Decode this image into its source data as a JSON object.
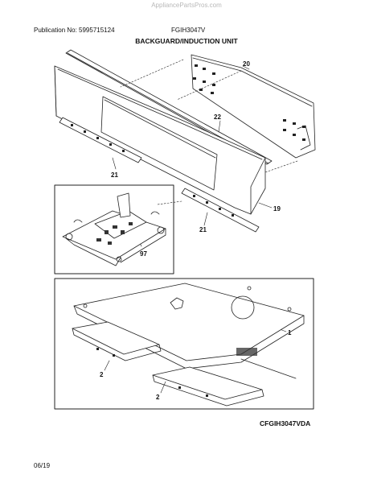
{
  "header": {
    "watermark": "AppliancePartsPros.com",
    "publication": "Publication No: 5995715124",
    "model": "FGIH3047V",
    "section_title": "BACKGUARD/INDUCTION UNIT"
  },
  "footer": {
    "drawing_code": "CFGIH3047VDA",
    "date": "06/19"
  },
  "callouts": {
    "c20": "20",
    "c22": "22",
    "c21a": "21",
    "c19": "19",
    "c21b": "21",
    "c97": "97",
    "c1": "1",
    "c2a": "2",
    "c2b": "2"
  }
}
